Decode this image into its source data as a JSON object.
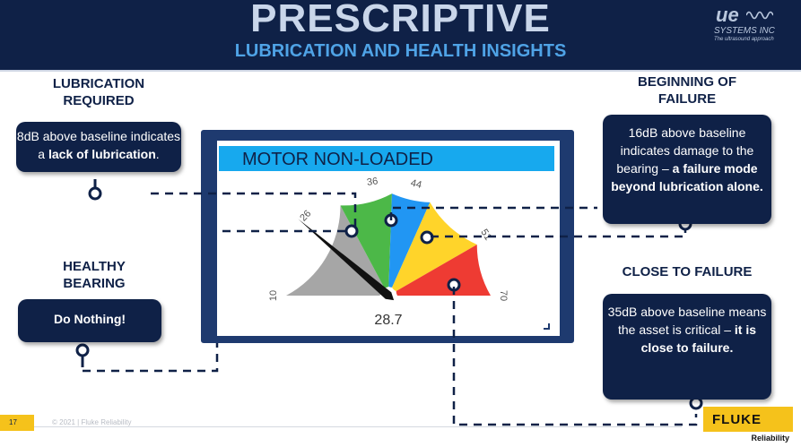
{
  "header": {
    "title": "PRESCRIPTIVE",
    "subtitle": "LUBRICATION AND HEALTH INSIGHTS"
  },
  "logo": {
    "mark": "ue",
    "name": "SYSTEMS INC",
    "tagline": "The ultrasound approach"
  },
  "sections": {
    "lubrication": {
      "heading": "LUBRICATION REQUIRED",
      "text_a": "8dB above baseline indicates a ",
      "text_bold": "lack of lubrication",
      "text_b": "."
    },
    "healthy": {
      "heading": "HEALTHY BEARING",
      "text": "Do Nothing!"
    },
    "failure_begin": {
      "heading": "BEGINNING OF FAILURE",
      "text_a": "16dB above baseline indicates damage to the bearing – ",
      "text_bold": "a failure mode beyond lubrication alone."
    },
    "close_failure": {
      "heading": "CLOSE TO FAILURE",
      "text_a": "35dB above baseline means the asset is critical – ",
      "text_bold": "it is close to failure."
    }
  },
  "gauge": {
    "title": "MOTOR NON-LOADED",
    "reading": "28.7",
    "value": 28.7,
    "min": 10,
    "max": 70,
    "ticks": [
      "10",
      "26",
      "36",
      "44",
      "51",
      "70"
    ],
    "colors": {
      "gray": "#a6a6a6",
      "green": "#4cb848",
      "blue": "#2196f3",
      "yellow": "#ffd42a",
      "red": "#ee3b33"
    }
  },
  "footer": {
    "page": "17",
    "copyright": "© 2021 | Fluke Reliability",
    "brand": "FLUKE",
    "brand_sub": "Reliability"
  }
}
